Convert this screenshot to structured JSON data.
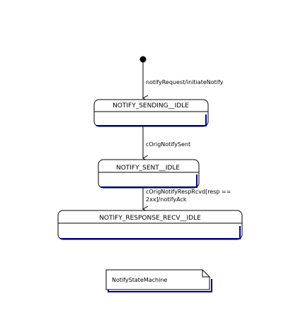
{
  "diagram": {
    "start_marker": "initial-state",
    "states": [
      {
        "name": "NOTIFY_SENDING__IDLE"
      },
      {
        "name": "NOTIFY_SENT__IDLE"
      },
      {
        "name": "NOTIFY_RESPONSE_RECV__IDLE"
      }
    ],
    "transitions": [
      {
        "label": "notifyRequest/initiateNotify"
      },
      {
        "label": "cOrigNotifySent"
      },
      {
        "label_line1": "cOrigNotifyRespRcvd[resp ==",
        "label_line2": "2xx]/notifyAck"
      }
    ],
    "note": {
      "text": "NotifyStateMachine"
    },
    "colors": {
      "state_fill": "#ffffff",
      "accent": "#000080",
      "line": "#000000"
    }
  }
}
